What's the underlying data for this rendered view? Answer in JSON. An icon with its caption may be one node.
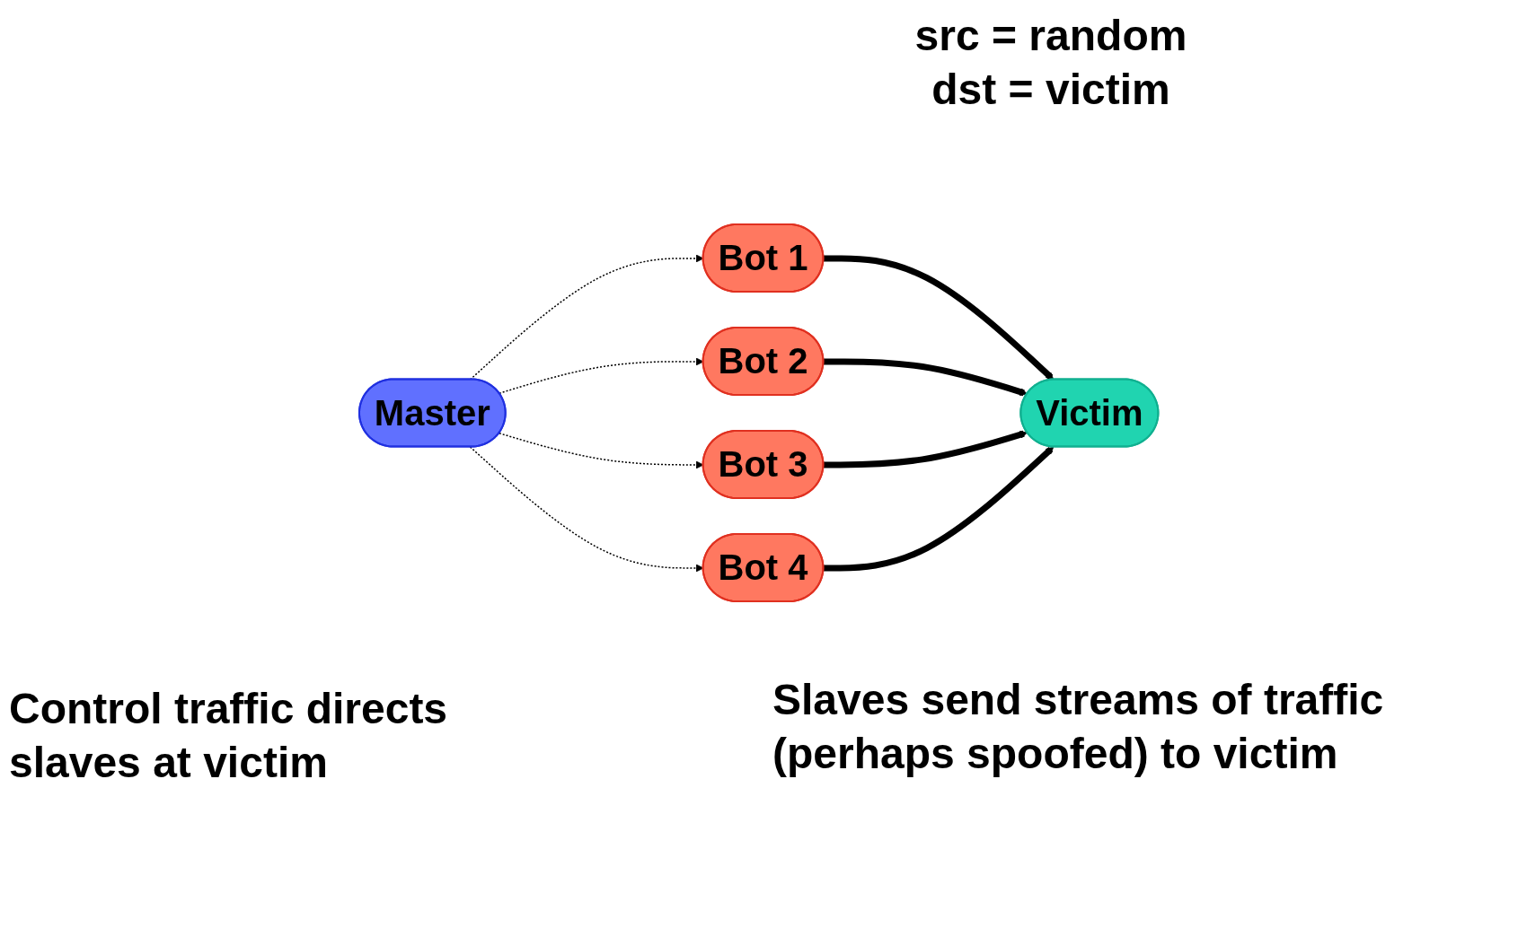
{
  "diagram": {
    "nodes": [
      {
        "text": [
          "Master"
        ]
      },
      {
        "text": [
          "Bot 1"
        ]
      },
      {
        "text": [
          "Bot 2"
        ]
      },
      {
        "text": [
          "Bot 3"
        ]
      },
      {
        "text": [
          "Bot 4"
        ]
      },
      {
        "text": [
          "Victim"
        ]
      }
    ],
    "edges": [
      {
        "from": 0,
        "to": 1,
        "arrow": "to",
        "style": "dashed"
      },
      {
        "from": 0,
        "to": 2,
        "arrow": "to",
        "style": "dashed"
      },
      {
        "from": 0,
        "to": 3,
        "arrow": "to",
        "style": "dashed"
      },
      {
        "from": 0,
        "to": 4,
        "arrow": "to",
        "style": "dashed"
      },
      {
        "from": 1,
        "to": 5,
        "arrow": "to",
        "style": "thick"
      },
      {
        "from": 2,
        "to": 5,
        "arrow": "to",
        "style": "thick"
      },
      {
        "from": 3,
        "to": 5,
        "arrow": "to",
        "style": "thick"
      },
      {
        "from": 4,
        "to": 5,
        "arrow": "to",
        "style": "thick"
      }
    ],
    "labels": [
      "src = random dst = victim",
      "Control traffic directs slaves at victim",
      "Slaves send streams of traffic (perhaps spoofed) to victim"
    ]
  }
}
